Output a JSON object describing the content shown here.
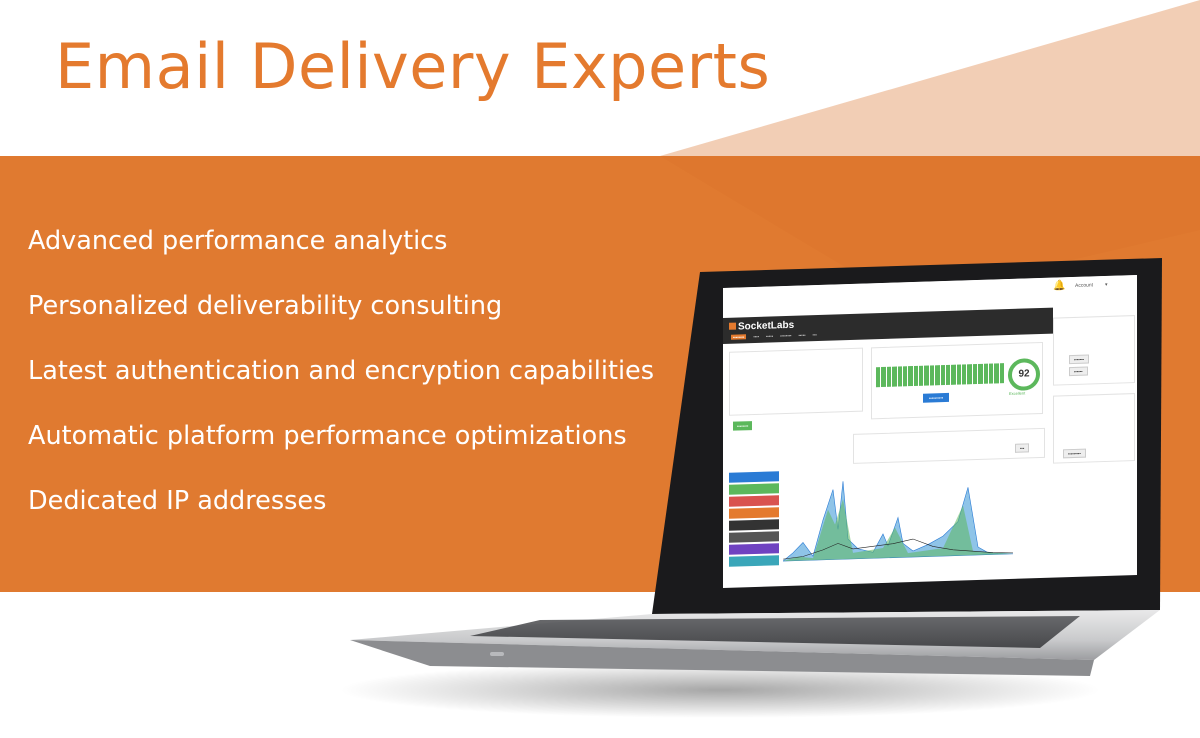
{
  "headline": "Email Delivery Experts",
  "features": [
    "Advanced performance analytics",
    "Personalized deliverability consulting",
    "Latest authentication and encryption capabilities",
    "Automatic platform performance optimizations",
    "Dedicated IP addresses"
  ],
  "colors": {
    "brand_orange": "#e07a30",
    "headline_orange": "#e47a2e",
    "success_green": "#5cb85c",
    "primary_blue": "#2a7bd5"
  },
  "screen": {
    "logo": "SocketLabs",
    "score": "92",
    "score_label": "Excellent",
    "account_label": "Account",
    "icons": [
      "bell-icon",
      "logo-icon"
    ]
  }
}
